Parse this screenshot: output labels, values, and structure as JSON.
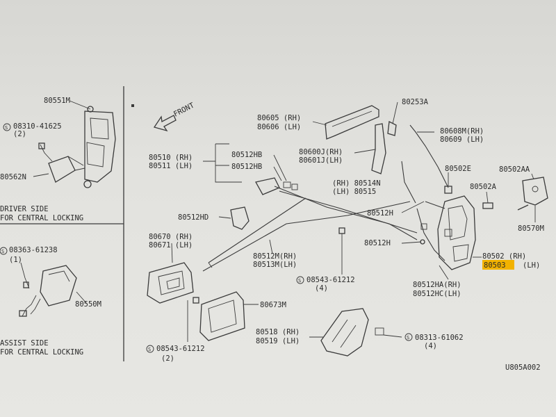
{
  "highlight_color": "#f2b200",
  "front_label": "FRONT",
  "figure_code": "U805A002",
  "sections": {
    "driver_side": [
      "DRIVER SIDE",
      "FOR CENTRAL LOCKING"
    ],
    "assist_side": [
      "ASSIST SIDE",
      "FOR CENTRAL LOCKING"
    ]
  },
  "labels": {
    "p80551M": "80551M",
    "s08310": "08310-41625",
    "q2a": "(2)",
    "p80562N": "80562N",
    "s08363": "08363-61238",
    "q1": "(1)",
    "p80550M": "80550M",
    "p80605": "80605 (RH)",
    "p80606": "80606 (LH)",
    "p80253A": "80253A",
    "p80608M": "80608M(RH)",
    "p80609": "80609  (LH)",
    "p80510": "80510 (RH)",
    "p80511": "80511 (LH)",
    "p80512HB_1": "80512HB",
    "p80512HB_2": "80512HB",
    "p80600J": "80600J(RH)",
    "p80601J": "80601J(LH)",
    "p80514N": "(RH) 80514N",
    "p80515": "(LH) 80515",
    "p80502E": "80502E",
    "p80502AA": "80502AA",
    "p80502A": "80502A",
    "p80512HD": "80512HD",
    "p80512H_1": "80512H",
    "p80570M": "80570M",
    "p80670": "80670 (RH)",
    "p80671": "80671 (LH)",
    "p80512M": "80512M(RH)",
    "p80513M": "80513M(LH)",
    "p80512H_2": "80512H",
    "p80502": "80502  (RH)",
    "p80503": "80503",
    "p80503_side": "(LH)",
    "s08543_a": "08543-61212",
    "q4a": "(4)",
    "p80512HA": "80512HA(RH)",
    "p80512HC": "80512HC(LH)",
    "p80673M": "80673M",
    "p80518": "80518 (RH)",
    "p80519": "80519 (LH)",
    "s08313": "08313-61062",
    "q4b": "(4)",
    "s08543_b": "08543-61212",
    "q2b": "(2)"
  }
}
